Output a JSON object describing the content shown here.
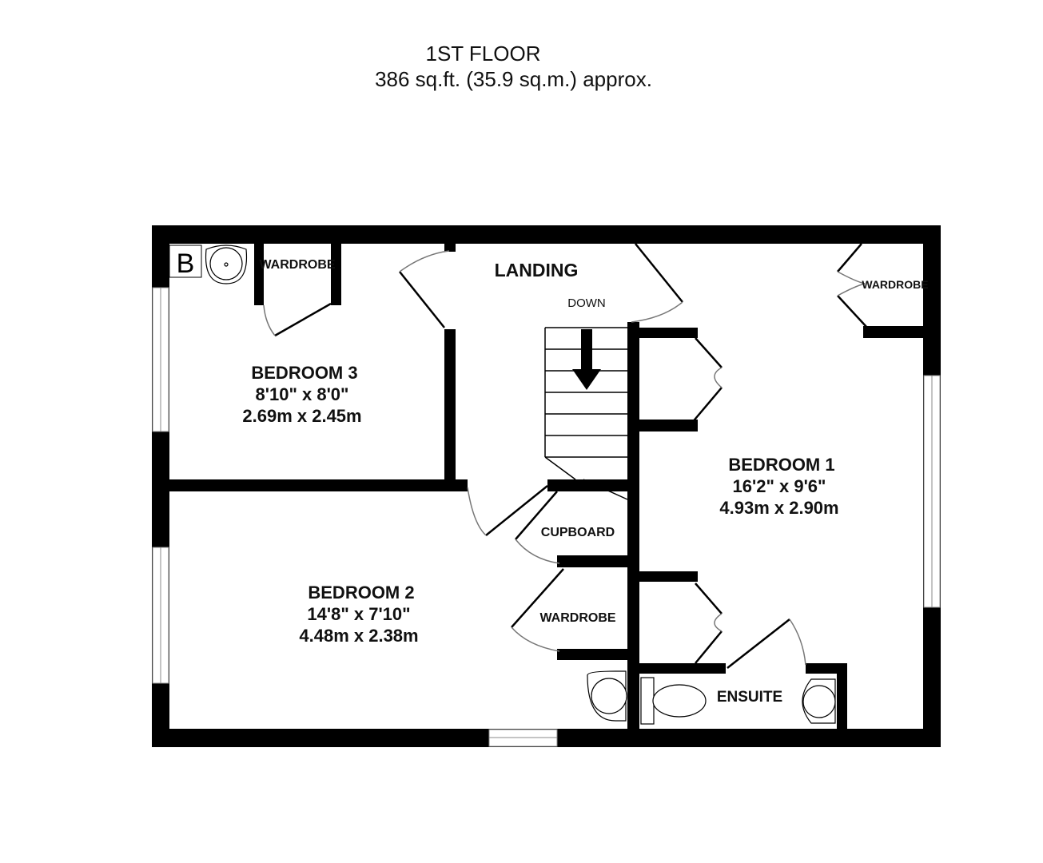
{
  "header": {
    "floor_name": "1ST FLOOR",
    "area": "386 sq.ft. (35.9 sq.m.) approx."
  },
  "rooms": {
    "bedroom3": {
      "name": "BEDROOM 3",
      "imperial": "8'10\"  x 8'0\"",
      "metric": "2.69m  x 2.45m"
    },
    "bedroom2": {
      "name": "BEDROOM 2",
      "imperial": "14'8\"  x 7'10\"",
      "metric": "4.48m  x 2.38m"
    },
    "bedroom1": {
      "name": "BEDROOM 1",
      "imperial": "16'2\"  x 9'6\"",
      "metric": "4.93m  x 2.90m"
    },
    "landing": {
      "name": "LANDING"
    },
    "ensuite": {
      "name": "ENSUITE"
    }
  },
  "fixtures": {
    "stairs_label": "DOWN",
    "boiler": "B",
    "wardrobe_b3": "WARDROBE",
    "wardrobe_b1": "WARDROBE",
    "wardrobe_b2": "WARDROBE",
    "cupboard": "CUPBOARD"
  }
}
